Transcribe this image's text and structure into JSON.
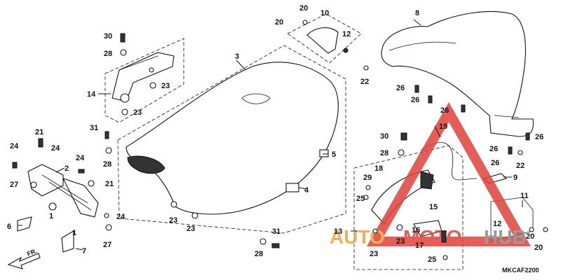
{
  "diagram": {
    "code": "MKCAF2200",
    "front_label": "FR.",
    "callouts": {
      "c1a": "1",
      "c1b": "1",
      "c2": "2",
      "c3": "3",
      "c4": "4",
      "c5": "5",
      "c6": "6",
      "c7": "7",
      "c8": "8",
      "c9": "9",
      "c10": "10",
      "c11": "11",
      "c12a": "12",
      "c12b": "12",
      "c13": "13",
      "c14": "14",
      "c15": "15",
      "c16": "16",
      "c17": "17",
      "c18": "18",
      "c19": "19",
      "c20a": "20",
      "c20b": "20",
      "c20c": "20",
      "c20d": "20",
      "c21a": "21",
      "c21b": "21",
      "c22a": "22",
      "c22b": "22",
      "c23a": "23",
      "c23b": "23",
      "c23c": "23",
      "c23d": "23",
      "c23e": "23",
      "c23f": "23",
      "c24a": "24",
      "c24b": "24",
      "c24c": "24",
      "c24d": "24",
      "c25a": "25",
      "c25b": "25",
      "c26a": "26",
      "c26b": "26",
      "c26c": "26",
      "c26d": "26",
      "c26e": "26",
      "c26f": "26",
      "c27a": "27",
      "c27b": "27",
      "c28a": "28",
      "c28b": "28",
      "c28c": "28",
      "c28d": "28",
      "c29": "29",
      "c30a": "30",
      "c30b": "30",
      "c31a": "31",
      "c31b": "31"
    }
  },
  "watermark": {
    "text_left": "AUTO",
    "text_mid": "MOTO",
    "text_right": "HUB",
    "color_orange": "#f0a23a",
    "color_red": "#e0413a",
    "color_gray": "#8a8a8a"
  }
}
